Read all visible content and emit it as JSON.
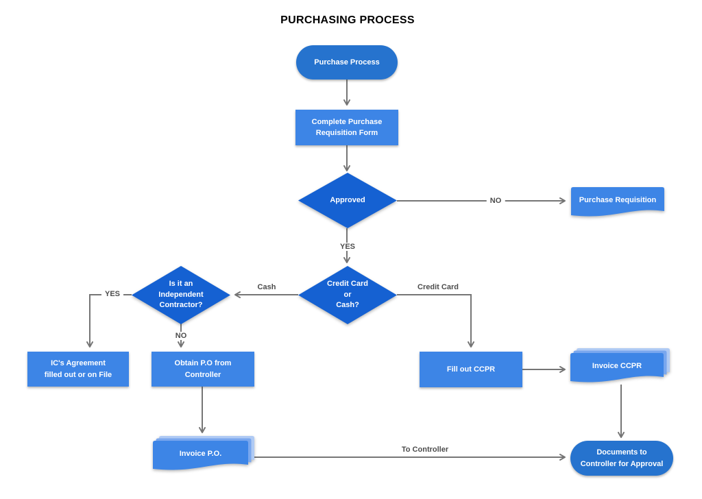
{
  "title": "PURCHASING PROCESS",
  "nodes": {
    "start": {
      "type": "terminator",
      "label": "Purchase Process"
    },
    "complete_form": {
      "type": "process",
      "label": "Complete Purchase\nRequisition Form"
    },
    "approved": {
      "type": "decision",
      "label": "Approved"
    },
    "purchase_requisition": {
      "type": "document",
      "label": "Purchase Requisition"
    },
    "credit_or_cash": {
      "type": "decision",
      "label": "Credit Card\nor\nCash?"
    },
    "independent_contractor": {
      "type": "decision",
      "label": "Is it an\nIndependent\nContractor?"
    },
    "ic_agreement": {
      "type": "process",
      "label": "IC's Agreement\nfilled out or on File"
    },
    "obtain_po": {
      "type": "process",
      "label": "Obtain P.O from\nController"
    },
    "fill_ccpr": {
      "type": "process",
      "label": "Fill out CCPR"
    },
    "invoice_ccpr": {
      "type": "document-stack",
      "label": "Invoice CCPR"
    },
    "invoice_po": {
      "type": "document-stack",
      "label": "Invoice P.O."
    },
    "docs_controller": {
      "type": "terminator",
      "label": "Documents to\nController for Approval"
    }
  },
  "edge_labels": {
    "approved_no": "NO",
    "approved_yes": "YES",
    "cash": "Cash",
    "credit_card": "Credit Card",
    "contractor_yes": "YES",
    "contractor_no": "NO",
    "to_controller": "To Controller"
  },
  "colors": {
    "process_fill": "#3D85E6",
    "decision_fill": "#1561D2",
    "terminator_fill": "#2673CE",
    "document_fill": "#3D85E6",
    "document_stack_mid": "#79A7EE",
    "document_stack_back": "#AFCAF4",
    "connector": "#757575",
    "edge_label_text": "#4C4C4C",
    "node_text": "#FFFFFF",
    "title_text": "#000000",
    "background": "#FFFFFF"
  }
}
